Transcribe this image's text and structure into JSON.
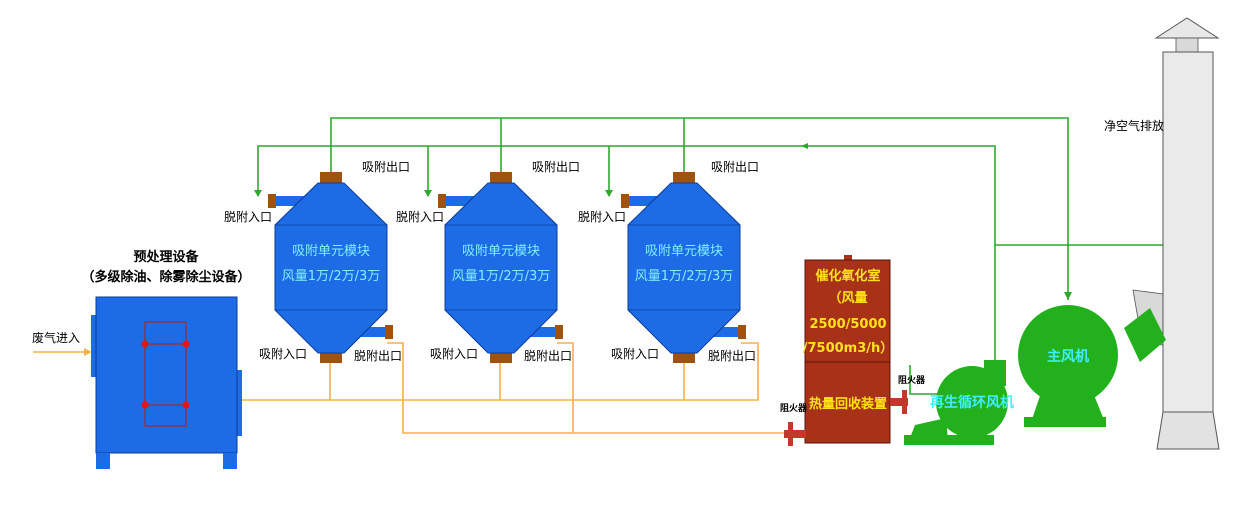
{
  "labels": {
    "waste_gas_in": "废气进入",
    "pretreat_title": "预处理设备",
    "pretreat_sub": "（多级除油、除雾除尘设备）",
    "adsorb_module_line1": "吸附单元模块",
    "adsorb_module_line2": "风量1万/2万/3万",
    "adsorb_out": "吸附出口",
    "desorb_in": "脱附入口",
    "adsorb_in": "吸附入口",
    "desorb_out": "脱附出口",
    "catalytic_l1": "催化氧化室",
    "catalytic_l2": "（风量",
    "catalytic_l3": "2500/5000",
    "catalytic_l4": "/7500m3/h）",
    "heat_recovery": "热量回收装置",
    "flame_arrester": "阻火器",
    "regen_fan": "再生循环风机",
    "main_fan": "主风机",
    "clean_exhaust": "净空气排放"
  },
  "colors": {
    "equipment_blue": "#1e6be6",
    "equipment_red": "#a83218",
    "fan_green": "#22b11c",
    "pipe_green": "#2ea82e",
    "pipe_orange": "#f7b04a",
    "nozzle_brown": "#a0520f"
  }
}
